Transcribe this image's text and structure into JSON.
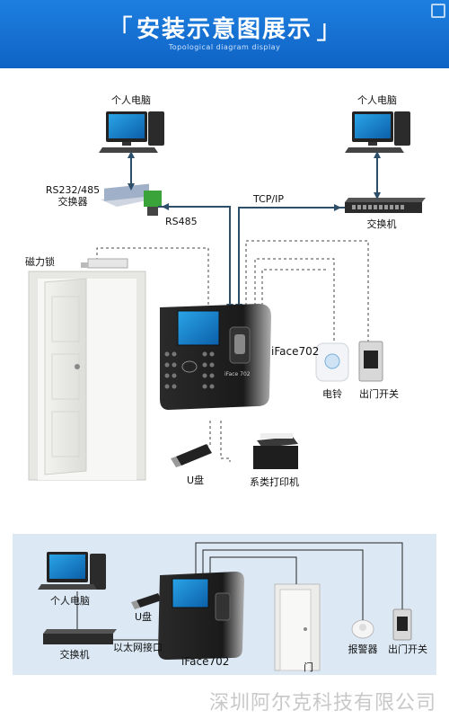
{
  "header": {
    "title": "安装示意图展示",
    "subtitle": "Topological diagram display",
    "bg_color": "#1570d4"
  },
  "top_diagram": {
    "pc_left_label": "个人电脑",
    "pc_right_label": "个人电脑",
    "converter_label_line1": "RS232/485",
    "converter_label_line2": "交换器",
    "tcpip_label": "TCP/IP",
    "rs485_label": "RS485",
    "switch_label": "交换机",
    "magnetic_lock_label": "磁力锁",
    "device_label": "iFace702",
    "doorbell_label": "电铃",
    "exit_switch_label": "出门开关",
    "usb_label": "U盘",
    "printer_label": "系类打印机"
  },
  "bottom_diagram": {
    "pc_label": "个人电脑",
    "usb_label": "U盘",
    "switch_label": "交换机",
    "ethernet_label": "以太网接口",
    "device_label": "iFace702",
    "door_label": "门",
    "alarm_label": "报警器",
    "exit_switch_label": "出门开关",
    "panel_color": "#dce9f5"
  },
  "device_screen": {
    "brand_text": "iFace 702"
  },
  "footer": {
    "company": "深圳阿尔克科技有限公司"
  }
}
